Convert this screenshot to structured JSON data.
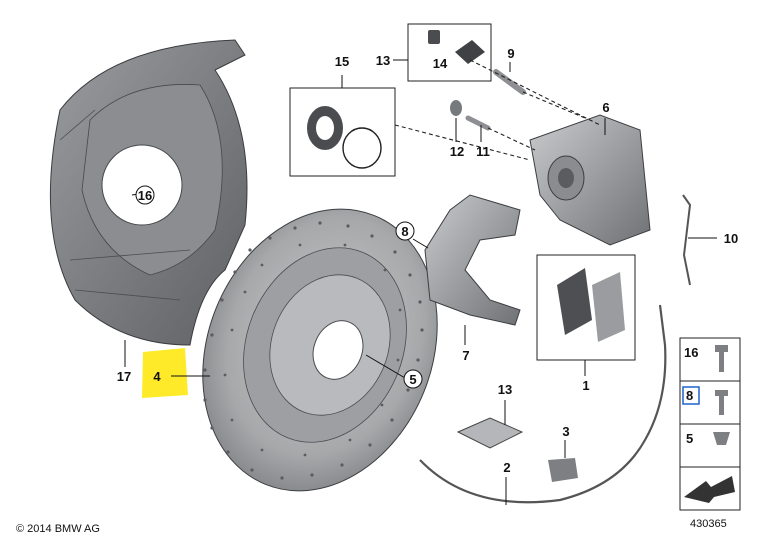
{
  "callouts": {
    "c1": "1",
    "c2": "2",
    "c3": "3",
    "c4": "4",
    "c5": "5",
    "c6": "6",
    "c7": "7",
    "c8": "8",
    "c9": "9",
    "c10": "10",
    "c11": "11",
    "c12": "12",
    "c13a": "13",
    "c13b": "13",
    "c14": "14",
    "c15": "15",
    "c16": "16",
    "c17": "17"
  },
  "legend": {
    "l16": "16",
    "l8": "8",
    "l5": "5"
  },
  "copyright": "© 2014 BMW AG",
  "diagram_number": "430365",
  "colors": {
    "highlight": "#ffea2a",
    "selected_box": "#1e64c8",
    "metal": "#8d8f92",
    "metal_dark": "#55575a"
  }
}
